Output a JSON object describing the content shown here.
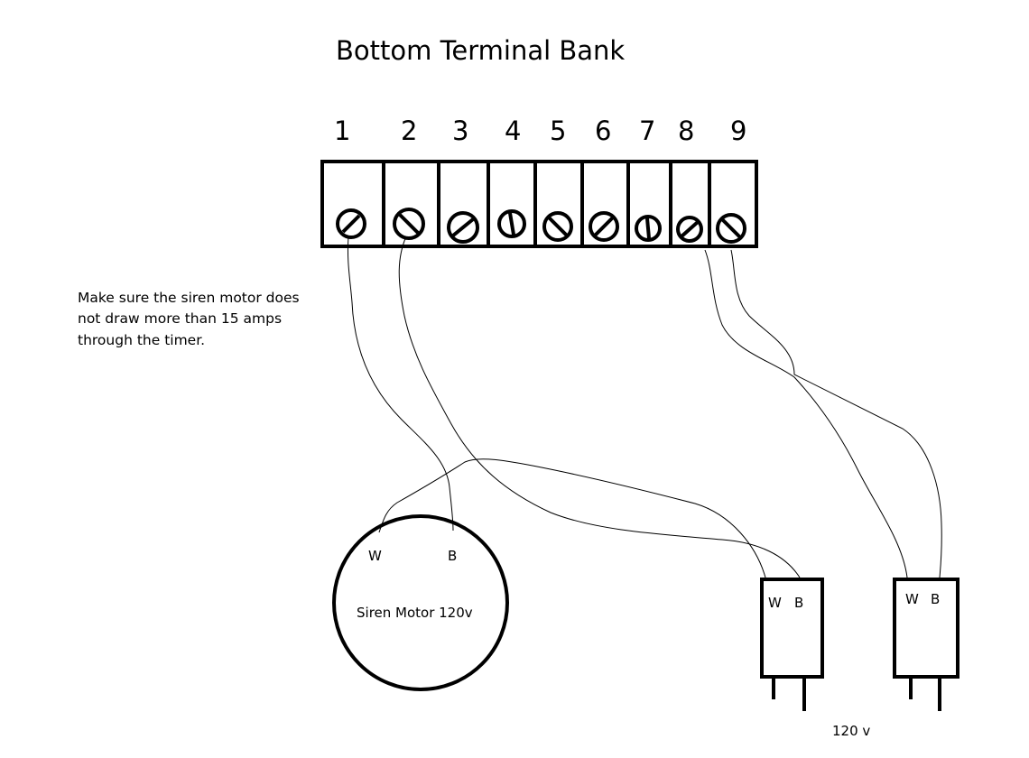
{
  "title": "Bottom Terminal Bank",
  "terminals": [
    "1",
    "2",
    "3",
    "4",
    "5",
    "6",
    "7",
    "8",
    "9"
  ],
  "note": {
    "lines": [
      "Make sure the siren motor does",
      "not draw more than 15 amps",
      "through the timer."
    ]
  },
  "siren": {
    "label": "Siren Motor 120v",
    "w_label": "W",
    "b_label": "B"
  },
  "plug1": {
    "w_label": "W",
    "b_label": "B"
  },
  "plug2": {
    "w_label": "W",
    "b_label": "B"
  },
  "voltage_label": "120 v"
}
